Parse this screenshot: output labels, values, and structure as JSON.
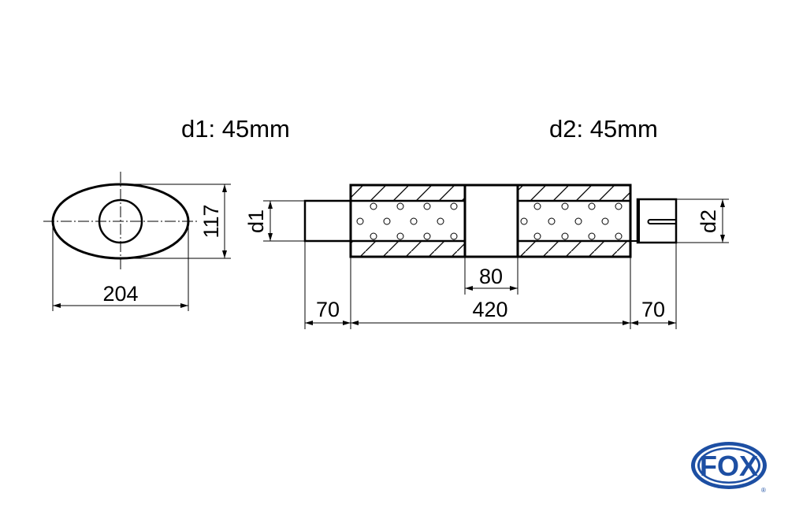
{
  "labels": {
    "d1_title": "d1: 45mm",
    "d2_title": "d2: 45mm",
    "d1": "d1",
    "d2": "d2"
  },
  "dimensions": {
    "oval_width": "204",
    "oval_height": "117",
    "inlet_length": "70",
    "body_length": "420",
    "chamber_length": "80",
    "outlet_length": "70"
  },
  "logo": {
    "text": "FOX",
    "registered": "®",
    "color": "#1d4fa3"
  }
}
